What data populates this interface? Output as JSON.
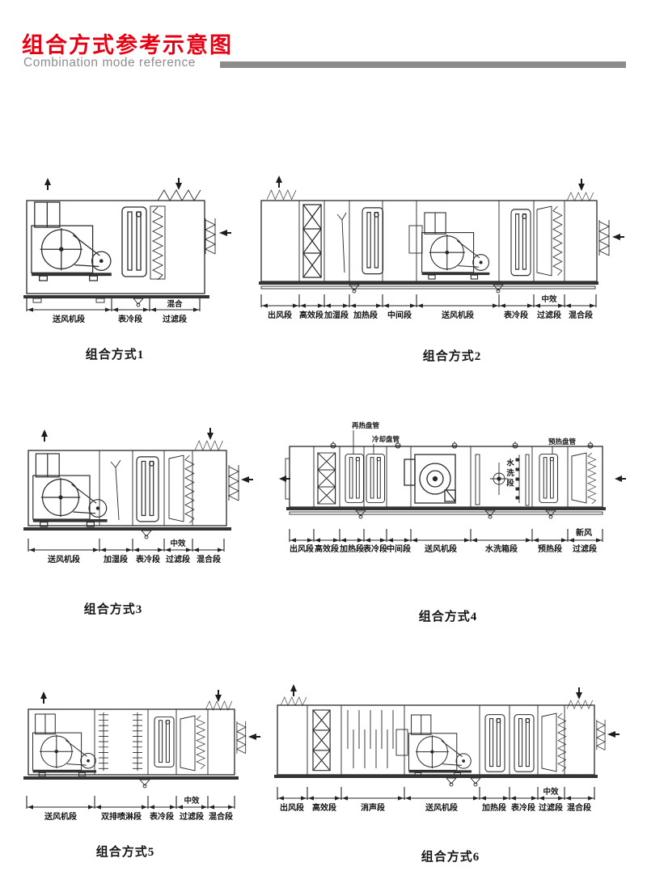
{
  "header": {
    "title": "组合方式参考示意图",
    "subtitle": "Combination mode reference"
  },
  "diagrams": {
    "d1": {
      "caption": "组合方式1",
      "note": "混合",
      "sections": [
        "送风机段",
        "表冷段",
        "过滤段"
      ]
    },
    "d2": {
      "caption": "组合方式2",
      "note": "中效",
      "sections": [
        "出风段",
        "高效段",
        "加湿段",
        "加热段",
        "中间段",
        "送风机段",
        "表冷段",
        "过滤段",
        "混合段"
      ]
    },
    "d3": {
      "caption": "组合方式3",
      "note": "中效",
      "sections": [
        "送风机段",
        "加湿段",
        "表冷段",
        "过滤段",
        "混合段"
      ]
    },
    "d4": {
      "caption": "组合方式4",
      "sections": [
        "出风段",
        "高效段",
        "加热段",
        "表冷段",
        "中间段",
        "送风机段",
        "水洗箱段",
        "预热段",
        "过滤段"
      ],
      "coil_labels": [
        "再热盘管",
        "冷却盘管",
        "预热盘管"
      ],
      "water_wash": "水洗段",
      "fresh_air": "新风"
    },
    "d5": {
      "caption": "组合方式5",
      "note": "中效",
      "sections": [
        "送风机段",
        "双排喷淋段",
        "表冷段",
        "过滤段",
        "混合段"
      ]
    },
    "d6": {
      "caption": "组合方式6",
      "note": "中效",
      "sections": [
        "出风段",
        "高效段",
        "消声段",
        "送风机段",
        "加热段",
        "表冷段",
        "过滤段",
        "混合段"
      ]
    }
  }
}
